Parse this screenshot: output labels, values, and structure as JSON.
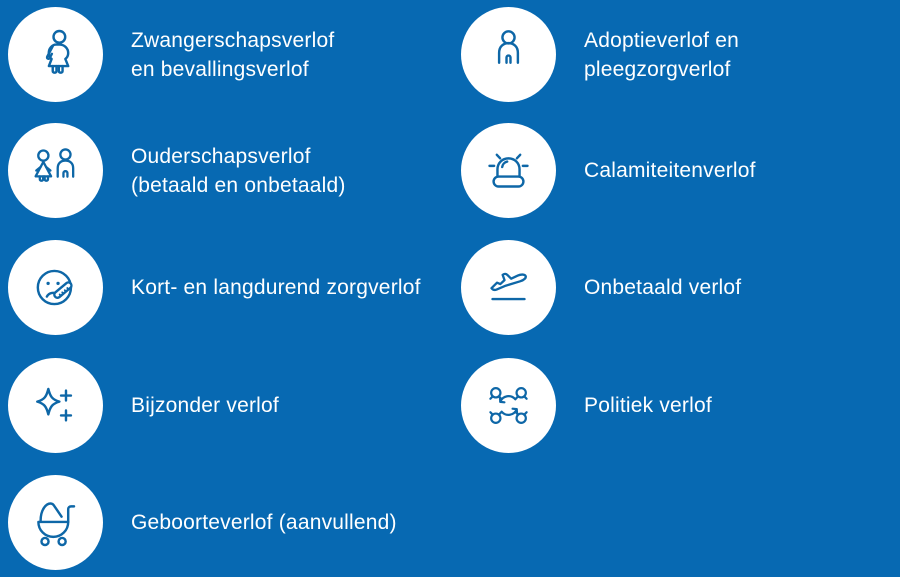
{
  "canvas": {
    "background_color": "#0769b2",
    "icon_stroke_color": "#0e67a7",
    "circle_fill_color": "#ffffff",
    "text_color": "#ffffff"
  },
  "items": [
    {
      "icon": "pregnant-woman-icon",
      "label": "Zwangerschapsverlof\nen bevallingsverlof"
    },
    {
      "icon": "standing-child-icon",
      "label": "Adoptieverlof en\npleegzorgverlof"
    },
    {
      "icon": "two-children-icon",
      "label": "Ouderschapsverlof\n(betaald en onbetaald)"
    },
    {
      "icon": "siren-icon",
      "label": "Calamiteitenverlof"
    },
    {
      "icon": "sick-face-icon",
      "label": "Kort- en langdurend zorgverlof"
    },
    {
      "icon": "airplane-takeoff-icon",
      "label": "Onbetaald verlof"
    },
    {
      "icon": "sparkle-plus-icon",
      "label": "Bijzonder verlof"
    },
    {
      "icon": "network-cycle-icon",
      "label": "Politiek verlof"
    },
    {
      "icon": "baby-carriage-icon",
      "label": "Geboorteverlof (aanvullend)"
    }
  ]
}
